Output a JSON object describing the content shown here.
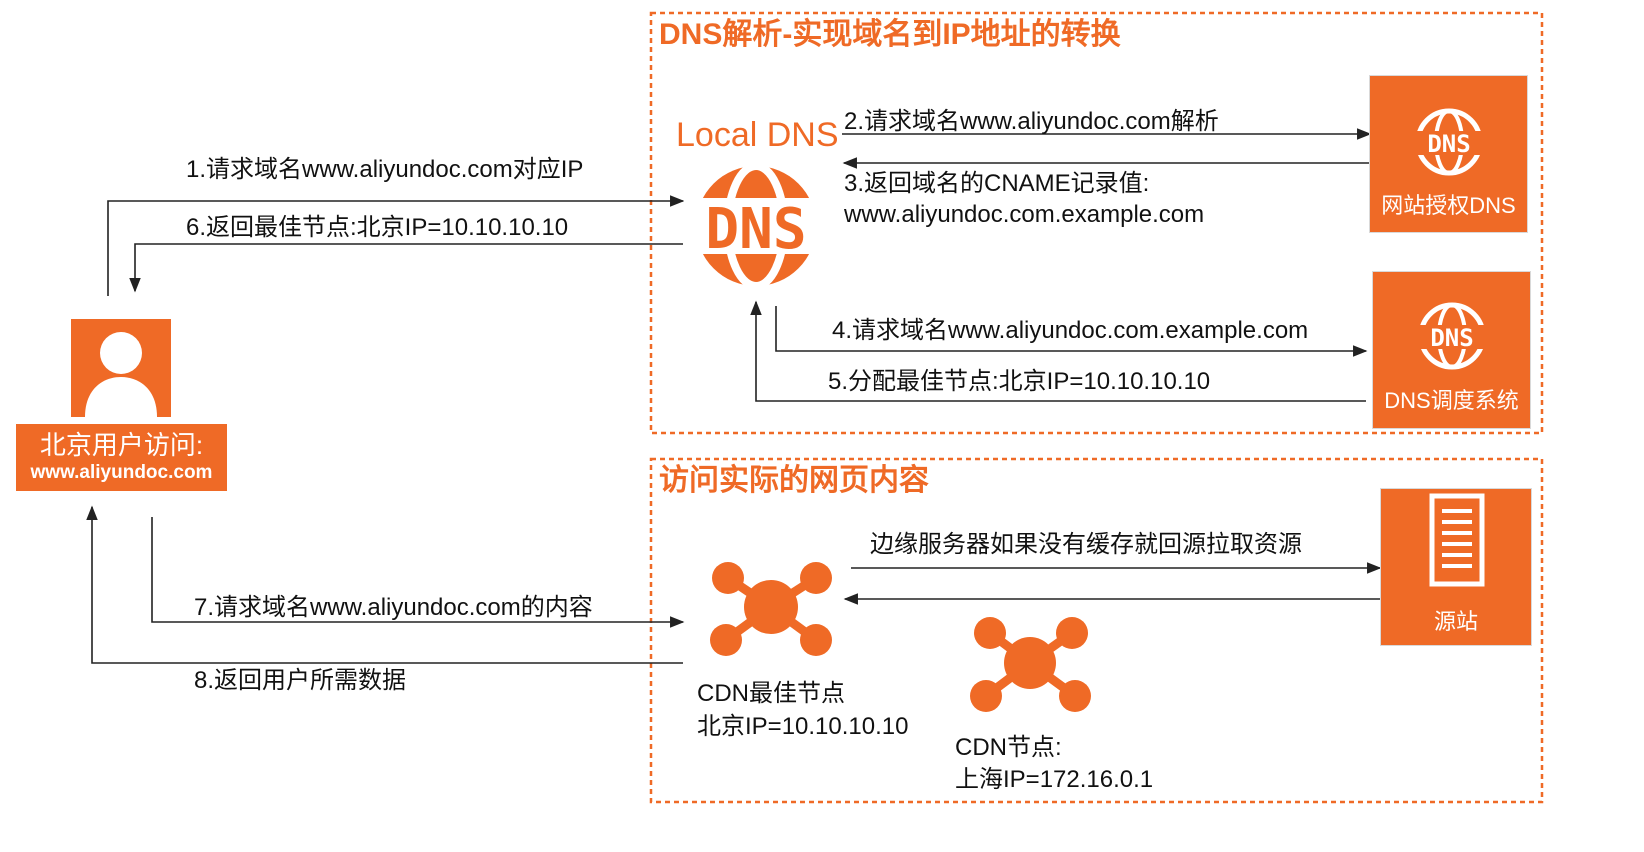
{
  "colors": {
    "accent": "#ef6a26",
    "arrow": "#222222",
    "text": "#111111",
    "white": "#ffffff"
  },
  "dns_section": {
    "title": "DNS解析-实现域名到IP地址的转换",
    "local_dns_label": "Local DNS",
    "local_dns_icon": "dns-globe-icon",
    "auth_dns_label": "网站授权DNS",
    "sched_dns_label": "DNS调度系统",
    "box_icon": "dns-globe-icon"
  },
  "content_section": {
    "title": "访问实际的网页内容",
    "origin_label": "源站",
    "origin_icon": "document-icon",
    "cdn_best_icon": "network-node-icon",
    "cdn_best_line1": "CDN最佳节点",
    "cdn_best_line2": "北京IP=10.10.10.10",
    "cdn_sh_icon": "network-node-icon",
    "cdn_sh_line1": "CDN节点:",
    "cdn_sh_line2": "上海IP=172.16.0.1",
    "edge_note": "边缘服务器如果没有缓存就回源拉取资源"
  },
  "user": {
    "icon": "user-icon",
    "line1": "北京用户访问:",
    "line2": "www.aliyundoc.com"
  },
  "steps": {
    "s1": "1.请求域名www.aliyundoc.com对应IP",
    "s2": "2.请求域名www.aliyundoc.com解析",
    "s3_line1": "3.返回域名的CNAME记录值:",
    "s3_line2": "www.aliyundoc.com.example.com",
    "s4": "4.请求域名www.aliyundoc.com.example.com",
    "s5": "5.分配最佳节点:北京IP=10.10.10.10",
    "s6": "6.返回最佳节点:北京IP=10.10.10.10",
    "s7": "7.请求域名www.aliyundoc.com的内容",
    "s8": "8.返回用户所需数据"
  }
}
